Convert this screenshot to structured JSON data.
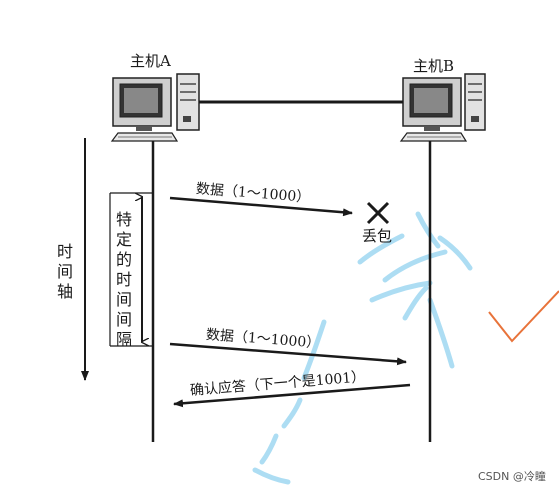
{
  "hosts": {
    "a_label": "主机A",
    "b_label": "主机B"
  },
  "axis": {
    "time_axis_chars": [
      "时",
      "间",
      "轴"
    ]
  },
  "interval": {
    "chars": [
      "特",
      "定",
      "的",
      "时",
      "间",
      "间",
      "隔"
    ]
  },
  "messages": {
    "first_send": "数据（1～1000）",
    "lost_label": "丢包",
    "resend": "数据（1～1000）",
    "ack": "确认应答（下一个是1001）"
  },
  "colors": {
    "watermark_blue": "#9fd8f2",
    "check_orange": "#e8733a",
    "line": "#1a1a1a"
  },
  "footer": {
    "credit": "CSDN @冷瞳"
  }
}
